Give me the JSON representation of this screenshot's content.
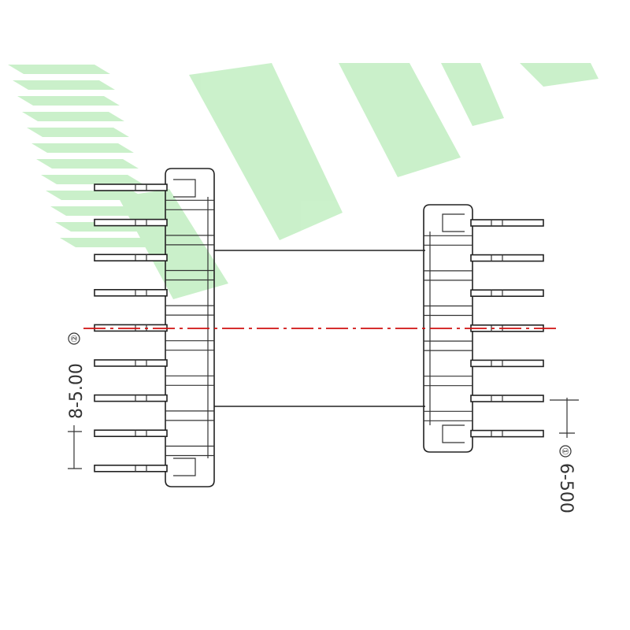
{
  "watermark": {
    "color": "#c8f0c8"
  },
  "centerline": {
    "color": "#d01010"
  },
  "left_bobbin": {
    "pin_count": 9
  },
  "right_bobbin": {
    "pin_count": 7
  },
  "dimensions": {
    "left": {
      "label": "8-5.00",
      "marker": "②"
    },
    "right": {
      "label": "6-500",
      "marker": "①"
    }
  }
}
